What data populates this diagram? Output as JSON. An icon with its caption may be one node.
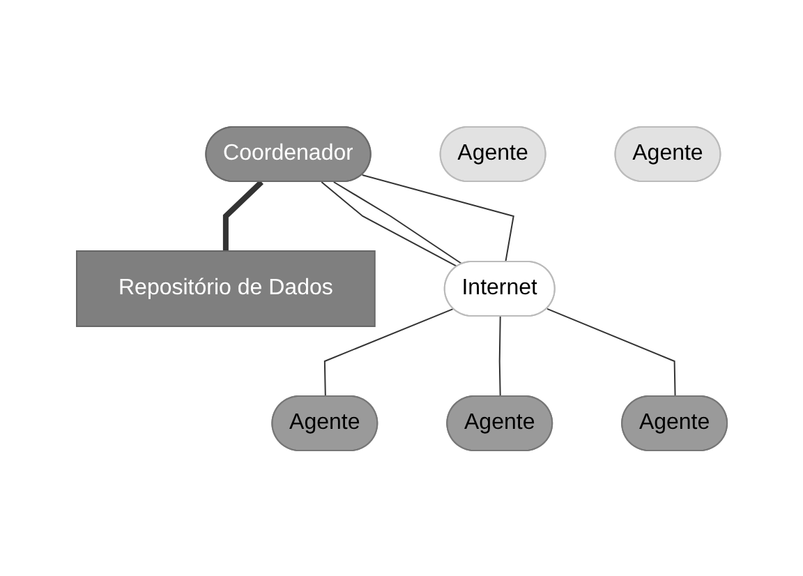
{
  "diagram": {
    "nodes": [
      {
        "text": [
          "Coordenador"
        ]
      },
      {
        "text": [
          "Repositório de Dados"
        ]
      },
      {
        "text": [
          "Internet"
        ]
      },
      {
        "text": [
          "Agente"
        ]
      },
      {
        "text": [
          "Agente"
        ]
      },
      {
        "text": [
          "Agente"
        ]
      },
      {
        "text": [
          "Agente"
        ]
      },
      {
        "text": [
          "Agente"
        ]
      }
    ],
    "edges": [
      {
        "from": 0,
        "to": 1,
        "arrow": "none",
        "style": "thick"
      },
      {
        "from": 0,
        "to": 2,
        "arrow": "none"
      },
      {
        "from": 0,
        "to": 2,
        "arrow": "none"
      },
      {
        "from": 0,
        "to": 2,
        "arrow": "none"
      },
      {
        "from": 2,
        "to": 3,
        "arrow": "none"
      },
      {
        "from": 2,
        "to": 5,
        "arrow": "none"
      },
      {
        "from": 2,
        "to": 7,
        "arrow": "none"
      }
    ]
  }
}
